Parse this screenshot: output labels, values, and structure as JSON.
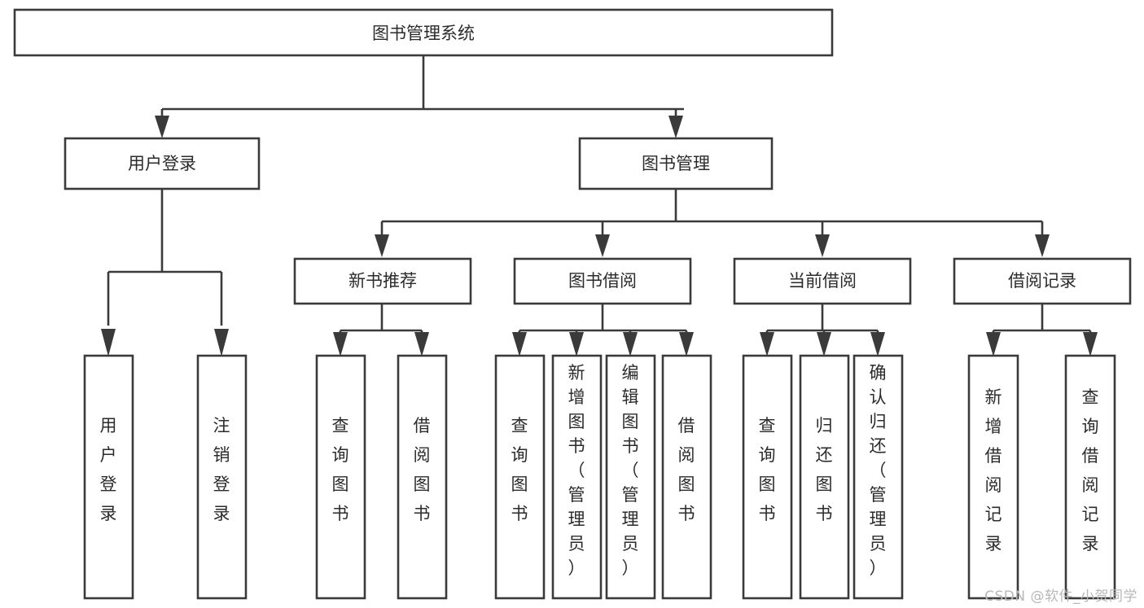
{
  "diagram": {
    "type": "tree-hierarchy-chart",
    "title": "图书管理系统",
    "background_color": "#ffffff",
    "stroke_color": "#3a3a3a",
    "text_color": "#2b2b2b",
    "levels": 4
  },
  "root": {
    "label": "图书管理系统",
    "orientation": "horizontal"
  },
  "level2": [
    {
      "label": "用户登录",
      "orientation": "horizontal"
    },
    {
      "label": "图书管理",
      "orientation": "horizontal"
    }
  ],
  "level3": [
    {
      "label": "新书推荐",
      "orientation": "horizontal",
      "parent": "图书管理"
    },
    {
      "label": "图书借阅",
      "orientation": "horizontal",
      "parent": "图书管理"
    },
    {
      "label": "当前借阅",
      "orientation": "horizontal",
      "parent": "图书管理"
    },
    {
      "label": "借阅记录",
      "orientation": "horizontal",
      "parent": "图书管理"
    }
  ],
  "leaves": {
    "user_login": [
      {
        "label": "用户登录",
        "lines": [
          "用",
          "户",
          "登",
          "录"
        ]
      },
      {
        "label": "注销登录",
        "lines": [
          "注",
          "销",
          "登",
          "录"
        ]
      }
    ],
    "new_book_recommend": [
      {
        "label": "查询图书",
        "lines": [
          "查",
          "询",
          "图",
          "书"
        ]
      },
      {
        "label": "借阅图书",
        "lines": [
          "借",
          "阅",
          "图",
          "书"
        ]
      }
    ],
    "book_borrow": [
      {
        "label": "查询图书",
        "lines": [
          "查",
          "询",
          "图",
          "书"
        ]
      },
      {
        "label": "新增图书（管理员）",
        "lines": [
          "新",
          "增",
          "图",
          "书",
          "（",
          "管",
          "理",
          "员",
          "）"
        ]
      },
      {
        "label": "编辑图书（管理员）",
        "lines": [
          "编",
          "辑",
          "图",
          "书",
          "（",
          "管",
          "理",
          "员",
          "）"
        ]
      },
      {
        "label": "借阅图书",
        "lines": [
          "借",
          "阅",
          "图",
          "书"
        ]
      }
    ],
    "current_borrow": [
      {
        "label": "查询图书",
        "lines": [
          "查",
          "询",
          "图",
          "书"
        ]
      },
      {
        "label": "归还图书",
        "lines": [
          "归",
          "还",
          "图",
          "书"
        ]
      },
      {
        "label": "确认归还（管理员）",
        "lines": [
          "确",
          "认",
          "归",
          "还",
          "（",
          "管",
          "理",
          "员",
          "）"
        ]
      }
    ],
    "borrow_record": [
      {
        "label": "新增借阅记录",
        "lines": [
          "新",
          "增",
          "借",
          "阅",
          "记",
          "录"
        ]
      },
      {
        "label": "查询借阅记录",
        "lines": [
          "查",
          "询",
          "借",
          "阅",
          "记",
          "录"
        ]
      }
    ]
  },
  "watermark": {
    "text": "CSDN @软件_小贺同学",
    "color": "#b8b8b8"
  }
}
